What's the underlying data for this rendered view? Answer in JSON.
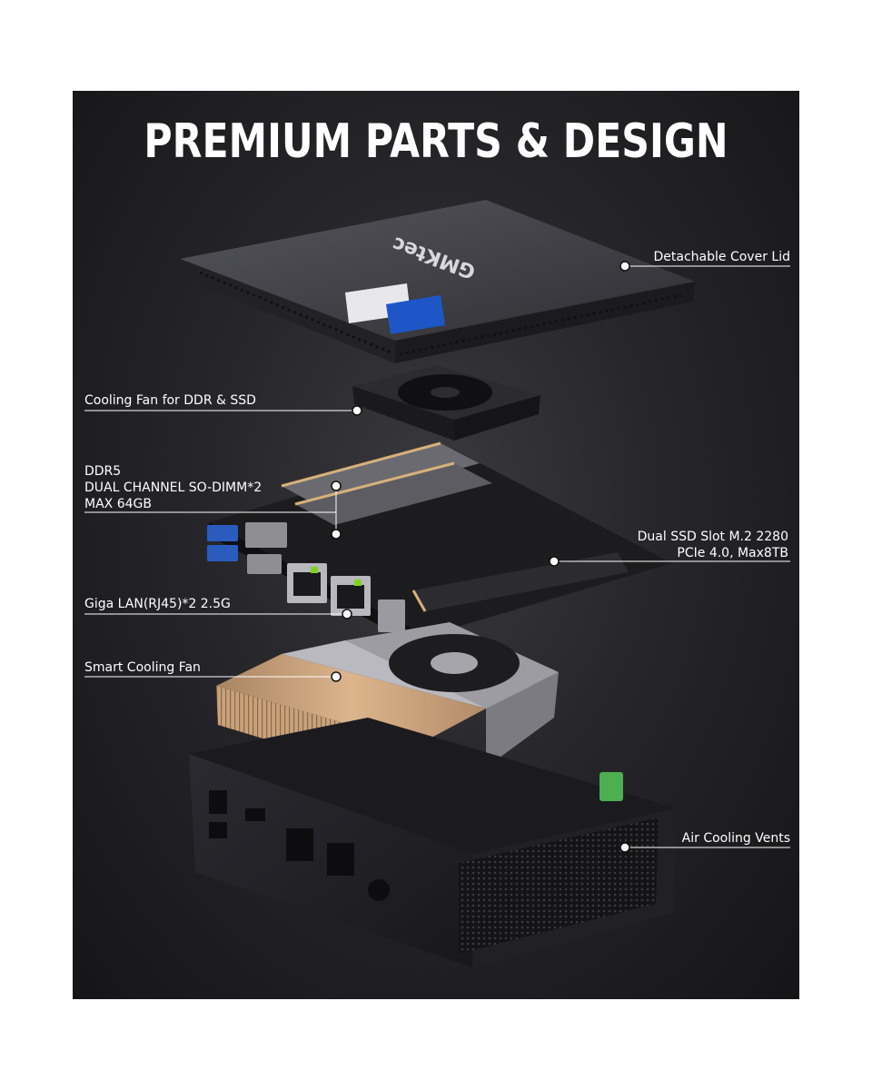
{
  "title": "PREMIUM PARTS & DESIGN",
  "brand_logo": "GMKtec",
  "callouts": {
    "cover_lid": "Detachable Cover Lid",
    "cooling_fan_ddr": "Cooling Fan for DDR & SSD",
    "ddr_line1": "DDR5",
    "ddr_line2": "DUAL CHANNEL SO-DIMM*2",
    "ddr_line3": "MAX 64GB",
    "ssd_line1": "Dual SSD Slot M.2 2280",
    "ssd_line2": "PCIe 4.0, Max8TB",
    "lan": "Giga LAN(RJ45)*2 2.5G",
    "smart_fan": "Smart Cooling Fan",
    "vents": "Air Cooling Vents"
  },
  "colors": {
    "background": "#ffffff",
    "panel": "#222225",
    "text": "#ffffff",
    "copper": "#c9a27a",
    "lan_led": "#7ed321",
    "board": "#1c1c1e"
  }
}
